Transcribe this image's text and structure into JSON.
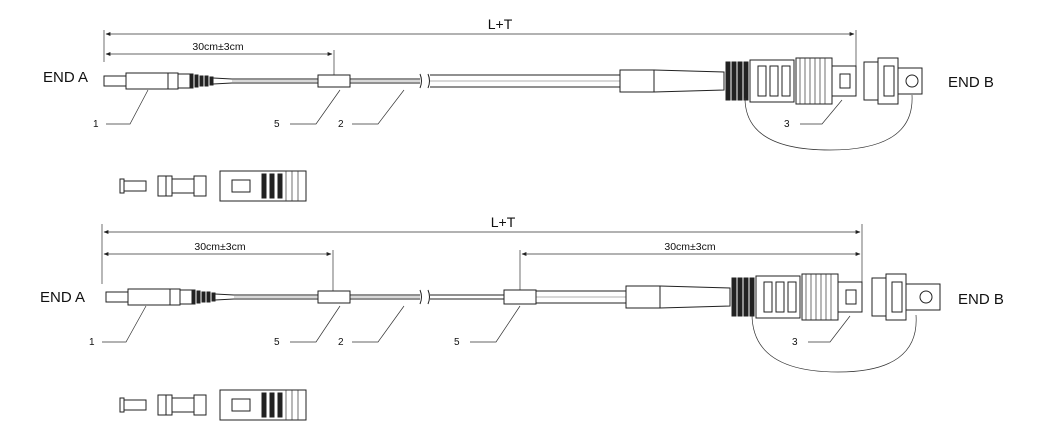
{
  "diagrams": [
    {
      "end_a_label": "END A",
      "end_b_label": "END B",
      "total_length_label": "L+T",
      "breakout_dim_label": "30cm±3cm",
      "callouts": [
        "1",
        "5",
        "2",
        "3"
      ]
    },
    {
      "end_a_label": "END A",
      "end_b_label": "END B",
      "total_length_label": "L+T",
      "breakout_dim_label": "30cm±3cm",
      "breakout_dim_label_right": "30cm±3cm",
      "callouts": [
        "1",
        "5",
        "2",
        "5",
        "3"
      ]
    }
  ]
}
